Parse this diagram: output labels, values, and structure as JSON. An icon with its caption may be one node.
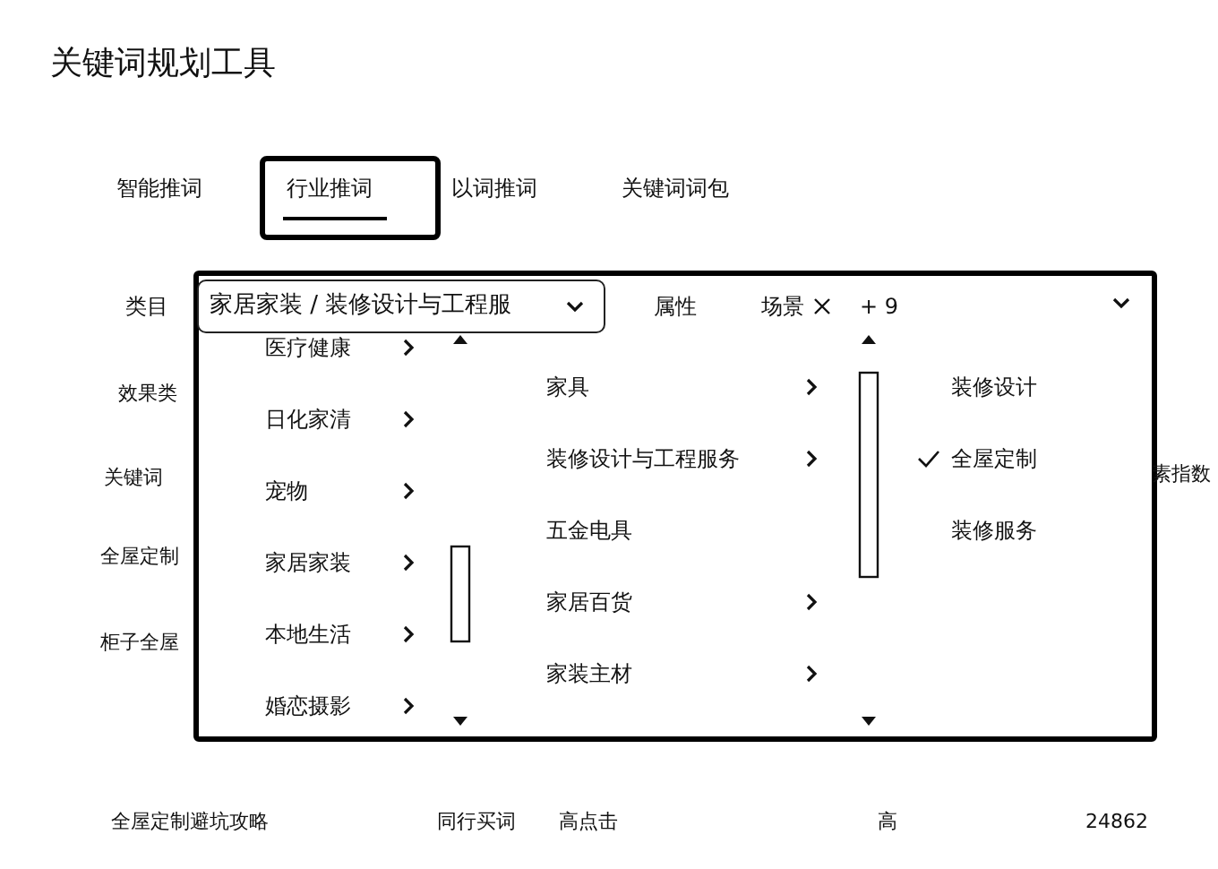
{
  "diagram": {
    "title": "关键词规划工具",
    "labels": [
      "智能推词",
      "行业推词",
      "以词推词",
      "关键词词包",
      "类目",
      "家居家装 / 装修设计与工程服",
      "属性",
      "场景",
      "+ 9",
      "效果类",
      "关键词",
      "全屋定制",
      "柜子全屋",
      "素指数",
      "医疗健康",
      "日化家清",
      "宠物",
      "家居家装",
      "本地生活",
      "婚恋摄影",
      "家具",
      "装修设计与工程服务",
      "五金电具",
      "家居百货",
      "家装主材",
      "装修设计",
      "全屋定制",
      "装修服务",
      "全屋定制避坑攻略",
      "同行买词",
      "高点击",
      "高",
      "24862"
    ]
  }
}
